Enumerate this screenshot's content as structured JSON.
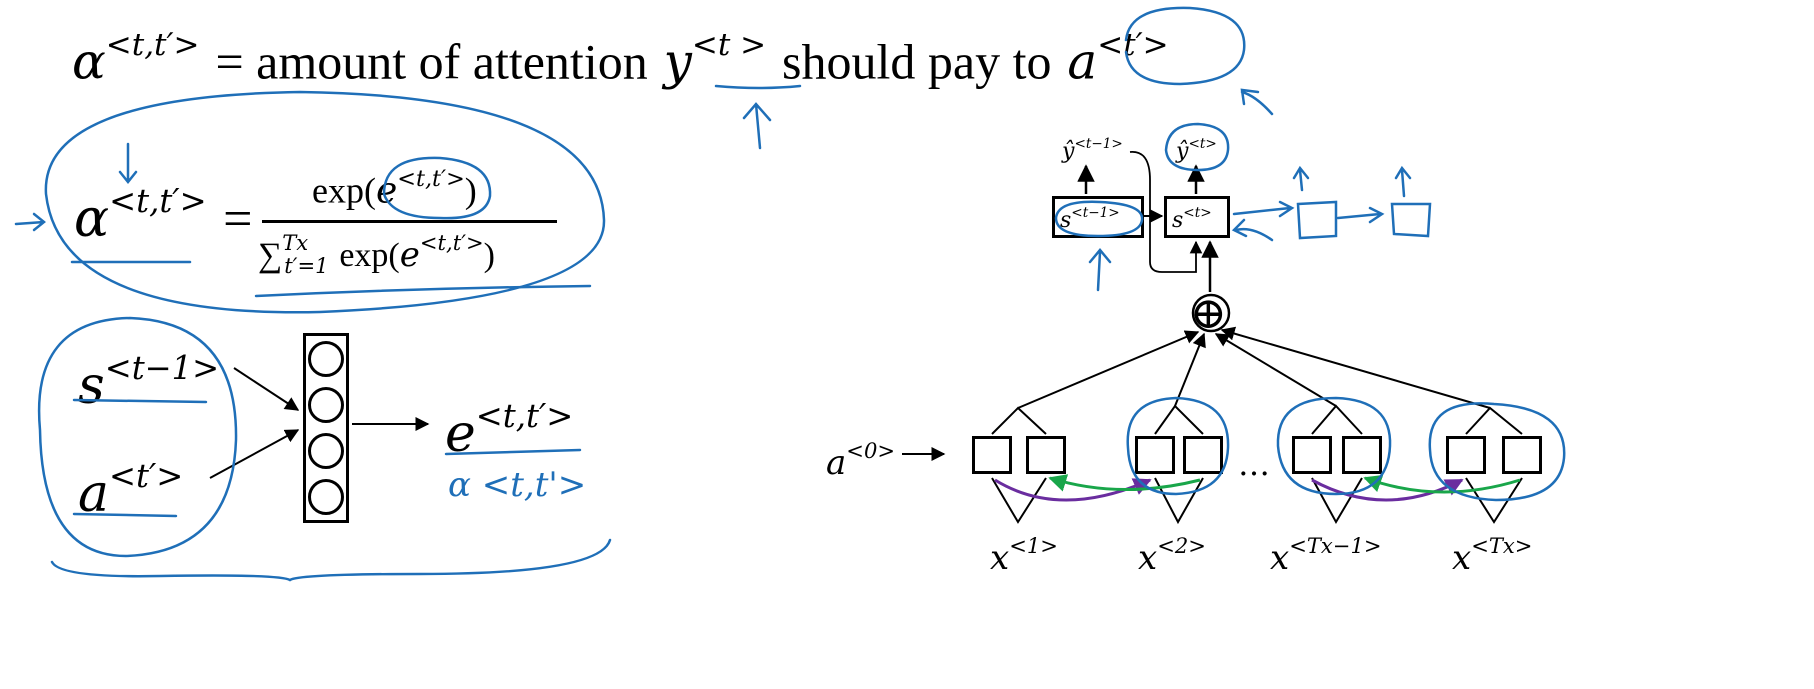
{
  "title_line": {
    "alpha_symbol": "α",
    "alpha_sup": "<t,t′>",
    "text_mid": "= amount of attention",
    "y_symbol": "y",
    "y_sup": "<t >",
    "text_end": "should pay to",
    "a_symbol": "a",
    "a_sup": "<t′>"
  },
  "formula": {
    "lhs_symbol": "α",
    "lhs_sup": "<t,t′>",
    "equals": "=",
    "num_exp": "exp(",
    "num_e": "e",
    "num_sup": "<t,t′>",
    "num_close": ")",
    "den_sum": "∑",
    "den_sup": "Tx",
    "den_sub": "t′=1",
    "den_exp": "exp(",
    "den_e": "e",
    "den_esup": "<t,t′>",
    "den_close": ")"
  },
  "small_net": {
    "s_symbol": "s",
    "s_sup": "<t−1>",
    "a_symbol": "a",
    "a_sup": "<t′>",
    "e_symbol": "e",
    "e_sup": "<t,t′>",
    "handwritten_note": "α <t,t'>"
  },
  "decoder": {
    "yhat_prev": "ŷ",
    "yhat_prev_sup": "<t−1>",
    "yhat_cur": "ŷ",
    "yhat_cur_sup": "<t>",
    "s_prev": "s",
    "s_prev_sup": "<t−1>",
    "s_cur": "s",
    "s_cur_sup": "<t>",
    "sum_symbol": "⊕"
  },
  "encoder": {
    "a0": "a",
    "a0_sup": "<0>",
    "ellipsis": "…",
    "inputs": [
      {
        "sym": "x",
        "sup": "<1>"
      },
      {
        "sym": "x",
        "sup": "<2>"
      },
      {
        "sym": "x",
        "sup": "<Tx−1>"
      },
      {
        "sym": "x",
        "sup": "<Tx>"
      }
    ]
  },
  "colors": {
    "ink": "#1f6fb8",
    "purple": "#6a2d9f",
    "green": "#19a64a",
    "black": "#000000"
  }
}
